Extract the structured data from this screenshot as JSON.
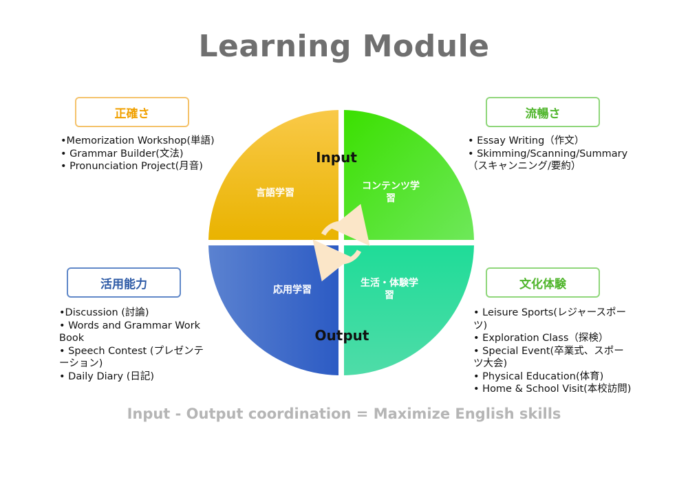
{
  "title": "Learning Module",
  "footer": "Input - Output coordination = Maximize English skills",
  "quadrants": {
    "top_left": "言語学習",
    "top_right_line1": "コンテンツ学",
    "top_right_line2": "習",
    "bottom_left": "応用学習",
    "bottom_right_line1": "生活・体験学",
    "bottom_right_line2": "習"
  },
  "center_labels": {
    "input": "Input",
    "output": "Output"
  },
  "boxes": {
    "accuracy": {
      "label": "正確さ",
      "items": [
        "•Memorization Workshop(単語)",
        "• Grammar Builder(文法)",
        "• Pronunciation Project(月音)"
      ]
    },
    "fluency": {
      "label": "流暢さ",
      "items": [
        "• Essay Writing（作文）",
        "• Skimming/Scanning/Summary",
        "（スキャンニング/要約）"
      ]
    },
    "application": {
      "label": "活用能力",
      "items": [
        "•Discussion (討論)",
        "• Words and Grammar Work",
        "Book",
        "• Speech Contest (プレゼンテ",
        "ーション)",
        "• Daily Diary (日記)"
      ]
    },
    "culture": {
      "label": "文化体験",
      "items": [
        "• Leisure Sports(レジャースポー",
        "ツ)",
        "• Exploration Class（探検）",
        "• Special Event(卒業式、スポー",
        "ツ大会)",
        "• Physical Education(体育)",
        "• Home & School Visit(本校訪問)"
      ]
    }
  },
  "colors": {
    "orange": "#f0a000",
    "green": "#4fb52b",
    "blue": "#2d5aa6",
    "teal": "#2ed6a0",
    "title_gray": "#6f6f6f",
    "footer_gray": "#b5b5b5"
  }
}
